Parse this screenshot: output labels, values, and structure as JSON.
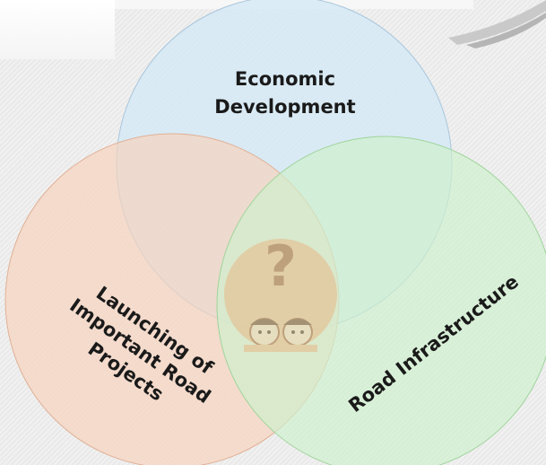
{
  "diagram": {
    "circles": [
      {
        "id": "top",
        "label_lines": [
          "Economic",
          "Development"
        ],
        "fill": "#d3e9f6",
        "stroke": "#a9c6dc"
      },
      {
        "id": "left",
        "label_lines": [
          "Launching of",
          "Important Road",
          "Projects"
        ],
        "fill": "#f6d3be",
        "stroke": "#e0b096"
      },
      {
        "id": "right",
        "label_lines": [
          "Road Infrastructure"
        ],
        "fill": "#cff0cd",
        "stroke": "#9fd49b"
      }
    ],
    "center_icon": "question-mark-thinking-people-icon",
    "colors": {
      "question_mark": "#a8663a",
      "background": "#ececec"
    }
  }
}
